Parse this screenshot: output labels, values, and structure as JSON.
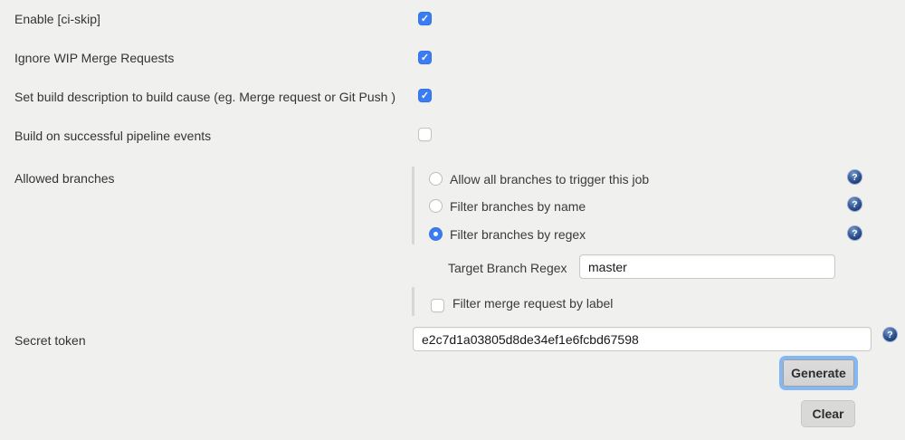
{
  "colors": {
    "background": "#f0f0ee",
    "accent_blue": "#3b7cf5",
    "help_icon_navy": "#17366e",
    "focus_ring": "#85b7f5"
  },
  "icons": {
    "checkmark": "✓",
    "help": "?"
  },
  "checkbox_rows": [
    {
      "label": "Enable [ci-skip]",
      "checked": true
    },
    {
      "label": "Ignore WIP Merge Requests",
      "checked": true
    },
    {
      "label": "Set build description to build cause (eg. Merge request or Git Push )",
      "checked": true
    },
    {
      "label": "Build on successful pipeline events",
      "checked": false
    }
  ],
  "allowed_branches": {
    "label": "Allowed branches",
    "options": [
      {
        "label": "Allow all branches to trigger this job",
        "selected": false
      },
      {
        "label": "Filter branches by name",
        "selected": false
      },
      {
        "label": "Filter branches by regex",
        "selected": true
      }
    ],
    "target_branch_regex": {
      "label": "Target Branch Regex",
      "value": "master"
    },
    "filter_merge_label": {
      "label": "Filter merge request by label",
      "checked": false
    }
  },
  "secret_token": {
    "label": "Secret token",
    "value": "e2c7d1a03805d8de34ef1e6fcbd67598"
  },
  "buttons": {
    "generate": "Generate",
    "clear": "Clear"
  }
}
